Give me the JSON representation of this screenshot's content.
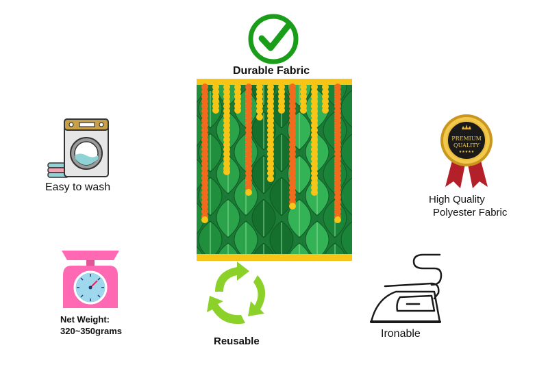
{
  "features": {
    "durable": {
      "label": "Durable Fabric",
      "icon": "checkmark-icon",
      "color": "#1a9e1a"
    },
    "wash": {
      "label": "Easy to wash",
      "icon": "washing-machine-icon"
    },
    "quality": {
      "line1": "High Quality",
      "line2": "Polyester Fabric",
      "icon": "premium-quality-badge-icon",
      "badge_line1": "PREMIUM",
      "badge_line2": "QUALITY"
    },
    "weight": {
      "line1": "Net Weight:",
      "line2": "320~350grams",
      "icon": "kitchen-scale-icon",
      "color": "#ff69b4"
    },
    "reusable": {
      "label": "Reusable",
      "icon": "recycle-arrows-icon",
      "color": "#8cd12a"
    },
    "ironable": {
      "label": "Ironable",
      "icon": "iron-icon"
    }
  },
  "product": {
    "icon": "leaf-marigold-backdrop-image",
    "leaf_color": "#1f8f3c",
    "marigold_orange": "#f26b1d",
    "marigold_yellow": "#f7c518"
  }
}
